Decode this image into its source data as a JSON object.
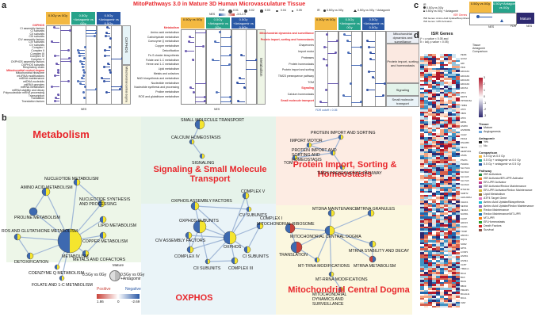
{
  "panel_a": {
    "label": "a",
    "title": "MitoPathways 3.0 in Mature 3D Human Microvasculature Tissue",
    "fdr_label": "FDR",
    "fdr_ticks": [
      "0.01",
      "0.02",
      "0.03",
      "0.04",
      "0.05"
    ],
    "shape_label": "IR",
    "shape_items": [
      "0.5Gy vs 0Gy",
      "0.5Gy vs 0Gy + Antagomir"
    ],
    "nes_label": "NES",
    "nes_range": "-3.0-2.9",
    "headers": [
      "0.5Gy vs 0Gy",
      "0.5Gy +Antagomir vs 0Gy",
      "0.5Gy +Antagomir vs 0.5Gy"
    ],
    "left_pathways": [
      "OXPHOS",
      "CI assembly factors",
      "CI subunits",
      "CII subunits",
      "CIII subunits",
      "CIV assembly factors",
      "CIV subunits",
      "CV subunits",
      "Complex I",
      "Complex II",
      "Complex III",
      "Complex IV",
      "Complex V",
      "OXPHOS assembly factors",
      "OXPHOS subunits",
      "Respiratory chain",
      "Mitochondrial central dogma",
      "Mitochondrial ribosome",
      "mt-tRNA modifications",
      "mtDNA maintenance",
      "mtDNA nucleoids",
      "mtRNA granules",
      "mtRNA metabolism",
      "mtRNA stability and decay",
      "Polynucleotide mRNA processing",
      "Transcription",
      "Translation",
      "Translation factors"
    ],
    "left_sections": [
      "OXPHOS",
      "Mitochondrial central dogma"
    ],
    "mid_pathways": [
      "Metabolism",
      "Amino acid metabolism",
      "Carbohydrate metabolism",
      "Coenzyme Q metabolism",
      "Copper metabolism",
      "Detoxification",
      "Fe-S cluster biosynthesis",
      "Folate and 1-C metabolism",
      "Heme and 1-C metabolism",
      "Lipid metabolism",
      "Metals and cofactors",
      "NAD biosynthesis and metabolism",
      "Nucleotide metabolism",
      "Nucleotide synthesis and processing",
      "Proline metabolism",
      "ROS and glutathione metabolism"
    ],
    "mid_section": "Metabolism",
    "right_pathways": [
      "Mitochondrial dynamics and surveillance",
      "Protein import, sorting and homeostasis",
      "Chaperones",
      "Import motor",
      "Proteases",
      "Protein homeostasis",
      "Protein import and sorting",
      "TIM23 presequence pathway",
      "TOM",
      "Signaling",
      "Calcium homeostasis",
      "Small molecule transport"
    ],
    "right_sections": [
      "Mitochondrial dynamics and surveillance",
      "Protein import, sorting and homeostasis",
      "Signaling",
      "Small molecule transport"
    ],
    "fdr_cutoff": "FDR cutoff < 0.05",
    "x_ticks": [
      "-3",
      "-2",
      "-1",
      "0",
      "1",
      "2",
      "3"
    ]
  },
  "panel_b": {
    "label": "b",
    "groups": {
      "metabolism": "Metabolism",
      "signaling": "Signaling & Small Molecule Transport",
      "protein": "Protein Import, Sorting & Homeostasis",
      "oxphos": "OXPHOS",
      "dogma": "Mitochondrial Central Dogma"
    },
    "nodes": {
      "nucleotide_metabolism": "Nucleotide Metabolism",
      "amino_acid": "Amino Acid Metabolism",
      "nucleotide_synthesis": "Nucleotide Synthesis and Processing",
      "proline": "Proline Metabolism",
      "lipid": "Lipid Metabolism",
      "ros": "ROS and Glutathione Metabolism",
      "copper": "Copper Metabolism",
      "metabolism": "Metabolism",
      "detox": "Detoxification",
      "metals": "Metals and Cofactors",
      "coq": "Coenzyme Q Metabolism",
      "folate": "Folate and 1-C Metabolism",
      "small_molecule": "Small Molecule Transport",
      "calcium": "Calcium Homeostasis",
      "signaling": "Signaling",
      "protein_import": "Protein Import and Sorting",
      "import_motor": "Import Motor",
      "protein_import_homeostasis": "Protein Import and Sorting and Homeostasis",
      "tom": "TOM",
      "tim23": "TIM23 Presequence Pathway",
      "complex_v": "Complex V",
      "oxphos_assembly": "OXPHOS Assembly Factors",
      "cv_subunits": "CV Subunits",
      "oxphos_subunits": "OXPHOS Subunits",
      "complex_i": "Complex I",
      "civ_assembly": "CIV Assembly Factors",
      "oxphos": "OXPHOS",
      "complex_iv": "Complex IV",
      "ci_subunits": "CI Subunits",
      "cii_subunits": "CII Subunits",
      "complex_iii": "Complex III",
      "mtdna_maintenance": "mtDNA Maintenance",
      "mtrna_granules": "mtRNA Granules",
      "mito_ribosome": "Mitochondrial Ribosome",
      "central_dogma": "Mitochondrial Central Dogma",
      "translation": "Translation",
      "mtrna_stability": "mtRNA Stability and Decay",
      "mt_trna": "mt-tRNA Modifications",
      "mtrna_metabolism": "mtRNA Metabolism",
      "mt_rrna": "mt-rRNA Modifications",
      "mito_dynamics": "Mitochondrial Dynamics and Surveillance"
    },
    "legend": {
      "mature": "Mature",
      "left": "0.5Gy vs 0Gy",
      "right": "0.5Gy vs 0Gy +Antagomir",
      "positive": "Positive",
      "negative": "Negative",
      "pos_val": "1.86",
      "zero": "0",
      "neg_val": "-2.69"
    }
  },
  "panel_c": {
    "label": "c",
    "shape_label": "IR",
    "shape_items": [
      "0.5Gy vs 0Gy",
      "0.5Gy vs 0Gy + Antagomir"
    ],
    "isr_label": "ISR Genes",
    "isr_row_2": "ISR Genes: Amino Acid Uptake/Biosynthesis",
    "isr_row_3": "ISR Genes: UPR Activation",
    "headers": [
      "0.5Gy vs 0Gy",
      "0.5Gy+Antagomir vs 0Gy"
    ],
    "mature": "Mature",
    "nes_label": "NES",
    "fdr_label": "FDR",
    "fdr_vals": [
      "0.0300",
      "0.0325",
      "0.0350"
    ],
    "nes_vals": [
      "-1.6",
      "-1.8",
      "-2.0",
      "-2.1"
    ]
  },
  "panel_d": {
    "label": "d",
    "title": "ISR Genes",
    "subtitle_1": "(* = p.value < 0.05 and",
    "subtitle_2": "# = adj. p.value < 0.05)",
    "col_labels": [
      "Tissue",
      "Antagomir",
      "Comparison"
    ],
    "scale_ticks": [
      "3",
      "2",
      "1",
      "0",
      "-1",
      "-2",
      "-3"
    ],
    "legend_tissue": "Tissue",
    "tissue_items": [
      "Mature",
      "Angiogenesis"
    ],
    "legend_antagomir": "Antagomir",
    "antagomir_items": [
      "Yes",
      "No"
    ],
    "legend_comparison": "Comparison",
    "comparison_items": [
      "0.5 Gy vs 0.0 Gy",
      "0.5 Gy + antagomir vs 0.0 Gy",
      "0.5 Gy + antagomir vs 0.5 Gy"
    ],
    "legend_pathway": "Pathway",
    "pathway_items": [
      "ISR Activators",
      "ISR Activator/ER-UPR Activator",
      "ER-UPR Activator",
      "ISR Activator/Redox Maintenance",
      "ER-UPR Activator/Redox Maintenance",
      "Lipid Metabolism",
      "ATF4 Target Gene",
      "Amino Acid Uptake/Biosynthesis",
      "Amino Acid Uptake/Redox Maintenance",
      "Redox Maintenance",
      "Redox Maintenance/MT-UPR",
      "MT-UPR",
      "ER-Homeostasis",
      "Death Factors",
      "Survival"
    ],
    "genes": [
      "PERK",
      "GCN2",
      "HRI",
      "PKR",
      "EIF2AK1",
      "EIF2AK2",
      "EIF2AK3",
      "EIF2AK4",
      "EIF2S1",
      "ATF4",
      "DDIT3",
      "PPP1R15A",
      "TRIB3",
      "ATF5",
      "XBP1",
      "ATF6",
      "ERN1",
      "HSPA5",
      "HSP90B1",
      "CALR",
      "PDIA4",
      "DNAJB9",
      "SEL1L",
      "HERPUD1",
      "ASNS",
      "PSAT1",
      "PHGDH",
      "SLC7A11",
      "SLC3A2",
      "SLC1A5",
      "SLC7A5",
      "SLC6A9",
      "MTHFD2",
      "SHMT2",
      "ALDH18A1",
      "CHAC1",
      "SESN2",
      "VEGFA",
      "NUPR1",
      "CHOP",
      "GDF15",
      "FGF21",
      "TXNIP",
      "HMOX1",
      "NQO1",
      "SOD2",
      "GPX1",
      "LONP1",
      "HSPD1",
      "HSPE1",
      "CLPP",
      "YME1L1",
      "BCL2",
      "BAX",
      "BAK1",
      "BBC3",
      "PMAIP1",
      "BCL2L11",
      "MCL1",
      "XIAP"
    ]
  },
  "colors": {
    "title_red": "#e8262b",
    "orange": "#f3b942",
    "teal": "#27a38a",
    "blue": "#2a58a6",
    "node_blue": "#3d69b0",
    "node_red": "#c9433a",
    "node_yellow": "#f5e52e"
  }
}
